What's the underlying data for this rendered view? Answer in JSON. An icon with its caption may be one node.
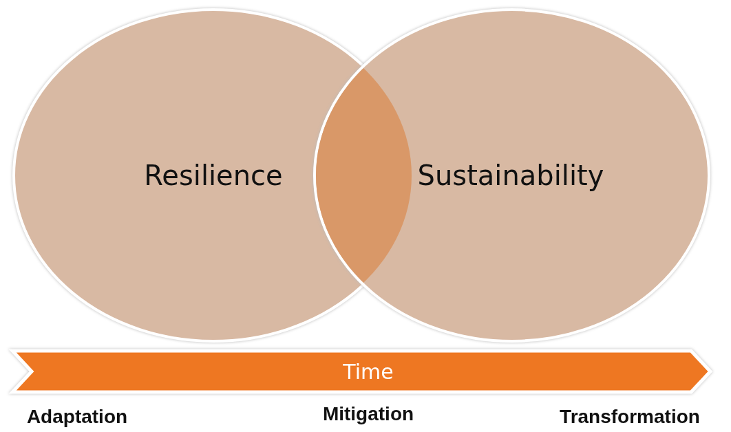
{
  "diagram": {
    "nodes": [
      {
        "text": [
          "Resilience"
        ]
      },
      {
        "text": [
          "Sustainability"
        ]
      },
      {
        "text": [
          "Time"
        ]
      }
    ],
    "labels": [
      "Adaptation",
      "Mitigation",
      "Transformation"
    ]
  }
}
